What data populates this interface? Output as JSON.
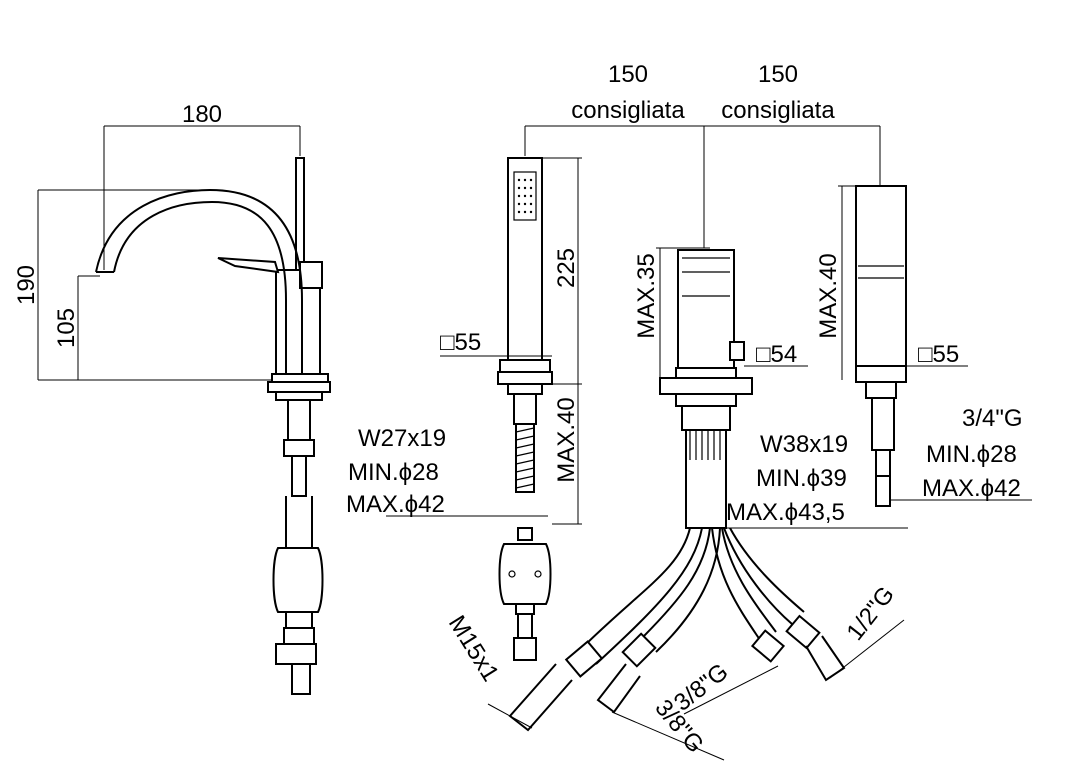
{
  "dimensions": {
    "spout_reach": "180",
    "total_height": "190",
    "outlet_height": "105",
    "spacing_left_value": "150",
    "spacing_left_label": "consigliata",
    "spacing_right_value": "150",
    "spacing_right_label": "consigliata",
    "handshower_length": "225",
    "handshower_base": "□55",
    "handshower_max": "MAX.40",
    "mixer_max": "MAX.35",
    "mixer_side": "□54",
    "diverter_max": "MAX.40",
    "diverter_base": "□55"
  },
  "specs": {
    "handshower_hole": [
      "W27x19",
      "MIN.ϕ28",
      "MAX.ϕ42"
    ],
    "mixer_hole": [
      "W38x19",
      "MIN.ϕ39",
      "MAX.ϕ43,5"
    ],
    "diverter_hole": [
      "3/4\"G",
      "MIN.ϕ28",
      "MAX.ϕ42"
    ]
  },
  "connections": {
    "m15": "M15x1",
    "g38_a": "3/8\"G",
    "g38_b": "3/8\"G",
    "g12": "1/2\"G"
  }
}
